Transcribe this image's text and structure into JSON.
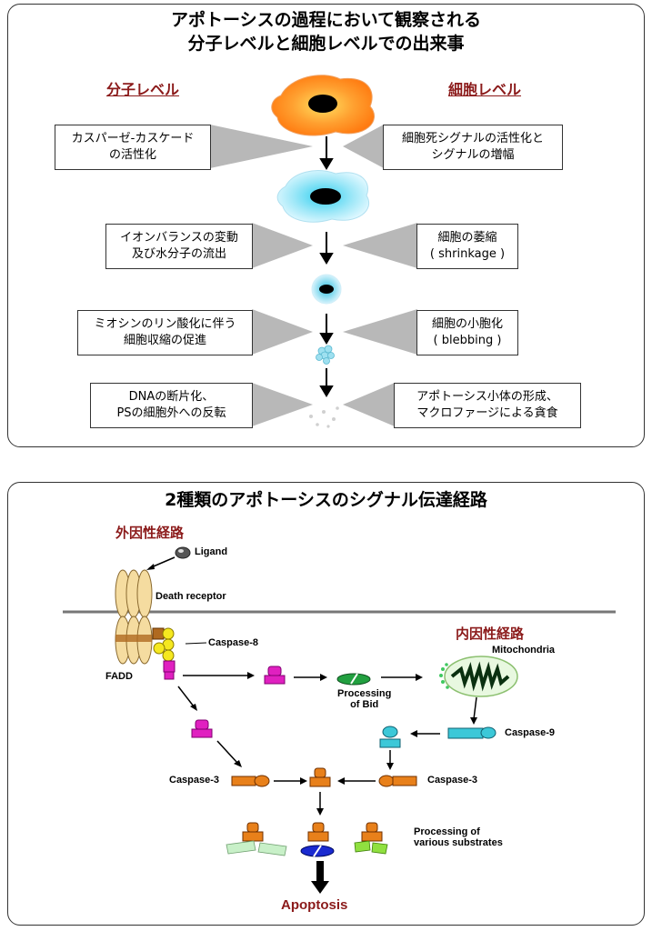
{
  "panel1": {
    "title_line1": "アポトーシスの過程において観察される",
    "title_line2": "分子レベルと細胞レベルでの出来事",
    "left_header": "分子レベル",
    "right_header": "細胞レベル",
    "left_boxes": [
      {
        "line1": "カスパーゼ-カスケード",
        "line2": "の活性化"
      },
      {
        "line1": "イオンバランスの変動",
        "line2": "及び水分子の流出"
      },
      {
        "line1": "ミオシンのリン酸化に伴う",
        "line2": "細胞収縮の促進"
      },
      {
        "line1": "DNAの断片化、",
        "line2": "PSの細胞外への反転"
      }
    ],
    "right_boxes": [
      {
        "line1": "細胞死シグナルの活性化と",
        "line2": "シグナルの増幅"
      },
      {
        "line1": "細胞の萎縮",
        "line2": "( shrinkage )"
      },
      {
        "line1": "細胞の小胞化",
        "line2": "( blebbing )"
      },
      {
        "line1": "アポトーシス小体の形成、",
        "line2": "マクロファージによる貪食"
      }
    ]
  },
  "panel2": {
    "title": "2種類のアポトーシスのシグナル伝達経路",
    "extrinsic": "外因性経路",
    "intrinsic": "内因性経路",
    "ligand": "Ligand",
    "death_receptor": "Death receptor",
    "caspase8": "Caspase-8",
    "fadd": "FADD",
    "processing_bid_1": "Processing",
    "processing_bid_2": "of Bid",
    "mitochondria": "Mitochondria",
    "caspase9": "Caspase-9",
    "caspase3_left": "Caspase-3",
    "caspase3_right": "Caspase-3",
    "substrates_1": "Processing of",
    "substrates_2": "various substrates",
    "apoptosis": "Apoptosis"
  },
  "colors": {
    "header_red": "#8b1a1a",
    "magenta": "#e020c0",
    "orange": "#e8801a",
    "cyan": "#3cc8d8",
    "green": "#22a040",
    "receptor": "#f5dca0",
    "yellow": "#f5e820"
  }
}
